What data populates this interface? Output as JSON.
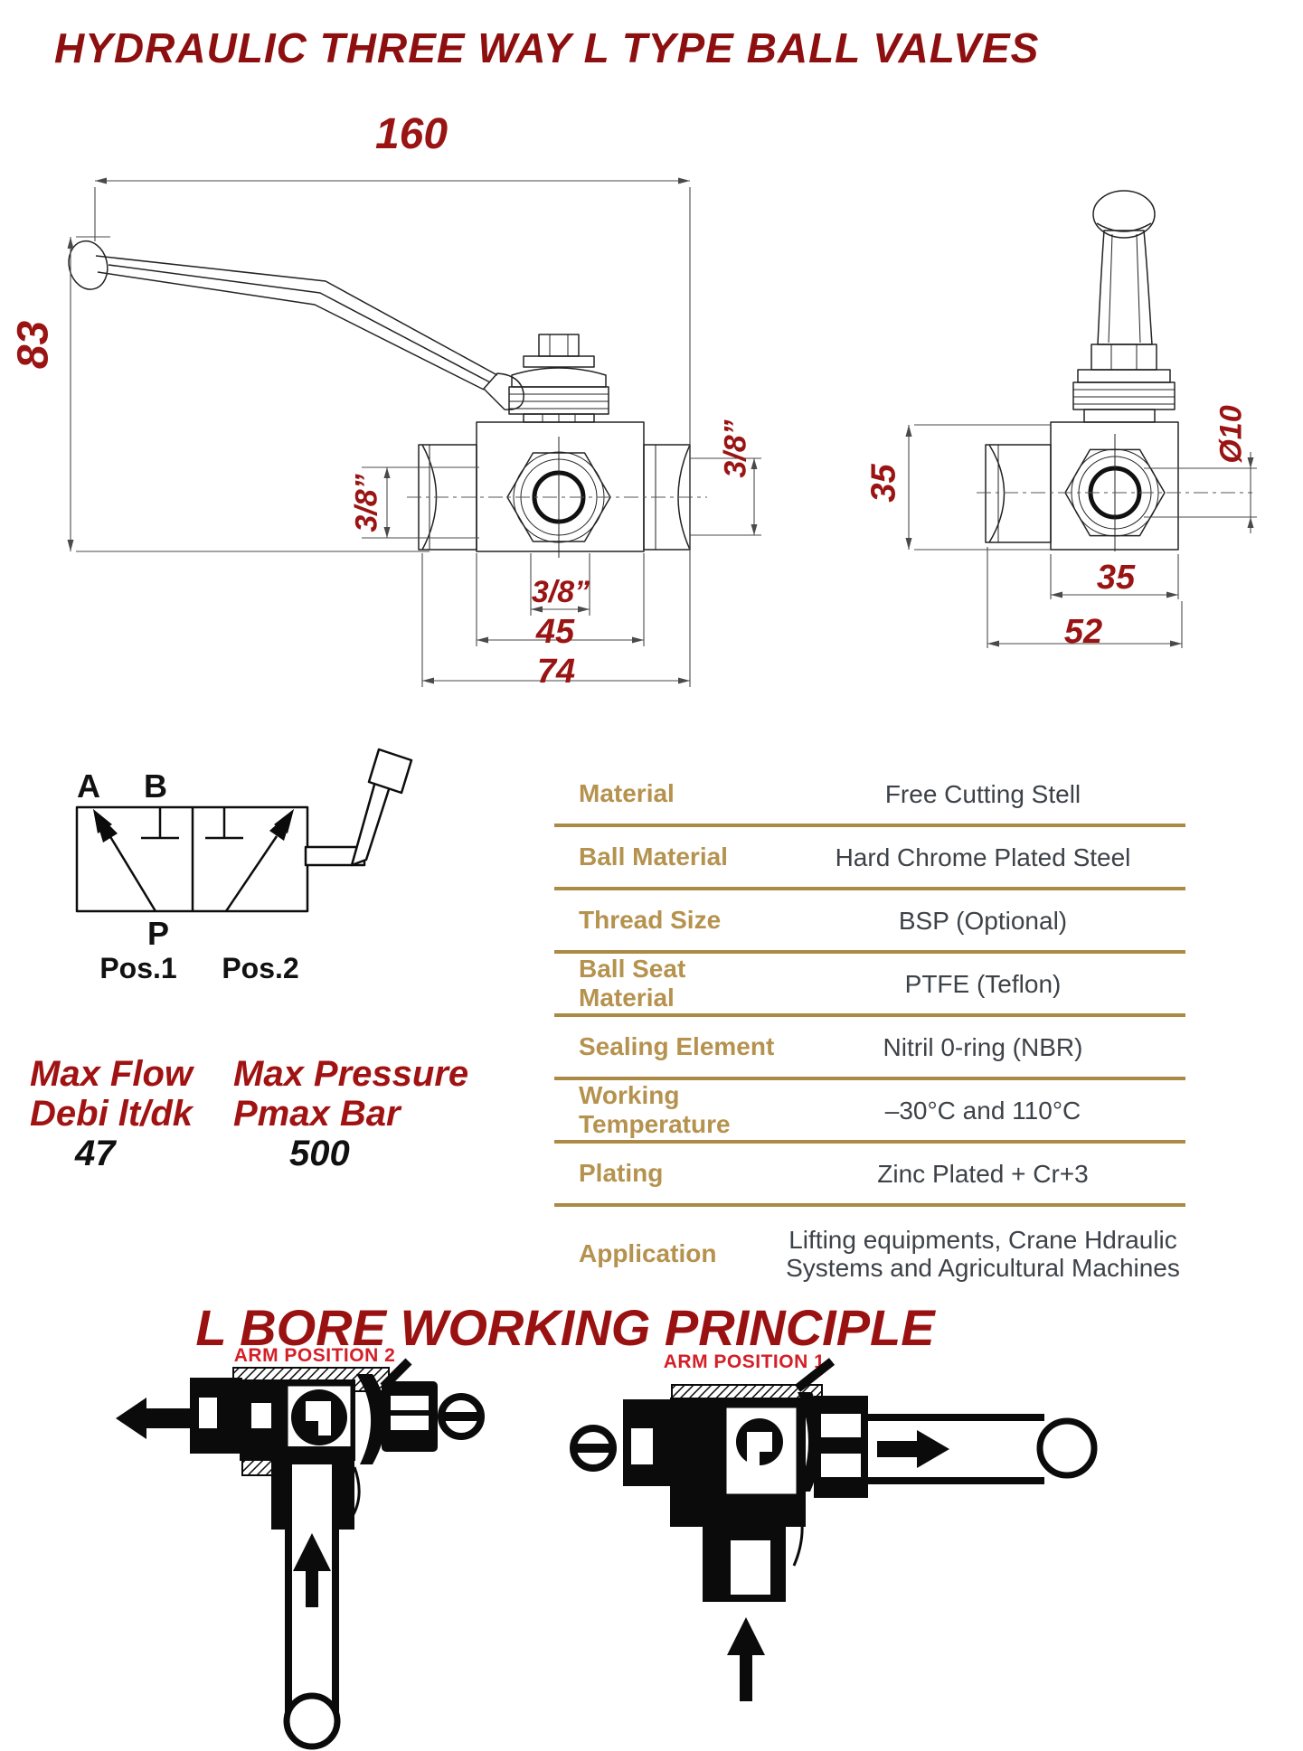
{
  "title": "HYDRAULIC THREE WAY L TYPE BALL VALVES",
  "colors": {
    "title_red": "#8e0f0f",
    "dimension_red": "#9a1414",
    "arm_label_red": "#d41f28",
    "spec_gold": "#b5924e",
    "spec_line_gold": "#ab8a45",
    "spec_value_gray": "#3d4249",
    "drawing_line": "#232323",
    "silhouette_black": "#0b0b0b"
  },
  "front_view": {
    "dim_length_overall": "160",
    "dim_height_overall": "83",
    "dim_port_left": "3/8”",
    "dim_port_right": "3/8”",
    "dim_port_front": "3/8”",
    "dim_body_width": "45",
    "dim_width_overall": "74"
  },
  "side_view": {
    "dim_body_height": "35",
    "dim_bore": "Ø10",
    "dim_body_width": "35",
    "dim_width_overall": "52"
  },
  "schematic": {
    "port_a": "A",
    "port_b": "B",
    "port_p": "P",
    "pos_1": "Pos.1",
    "pos_2": "Pos.2"
  },
  "ratings": {
    "flow_title": "Max Flow",
    "flow_subtitle": "Debi lt/dk",
    "flow_value": "47",
    "pressure_title": "Max Pressure",
    "pressure_subtitle": "Pmax Bar",
    "pressure_value": "500"
  },
  "specs": {
    "rows": [
      {
        "label": "Material",
        "value": "Free Cutting Stell"
      },
      {
        "label": "Ball Material",
        "value": "Hard Chrome Plated Steel"
      },
      {
        "label": "Thread Size",
        "value": "BSP (Optional)"
      },
      {
        "label": "Ball Seat Material",
        "value": "PTFE (Teflon)"
      },
      {
        "label": "Sealing Element",
        "value": "Nitril 0-ring (NBR)"
      },
      {
        "label": "Working Temperature",
        "value": "–30°C and 110°C"
      },
      {
        "label": "Plating",
        "value": "Zinc Plated + Cr+3"
      },
      {
        "label": "Application",
        "value": "Lifting equipments, Crane Hdraulic Systems and Agricultural Machines"
      }
    ]
  },
  "working_principle": {
    "heading": "L BORE WORKING PRINCIPLE",
    "position_2_label": "ARM POSITION 2",
    "position_1_label": "ARM POSITION 1"
  }
}
